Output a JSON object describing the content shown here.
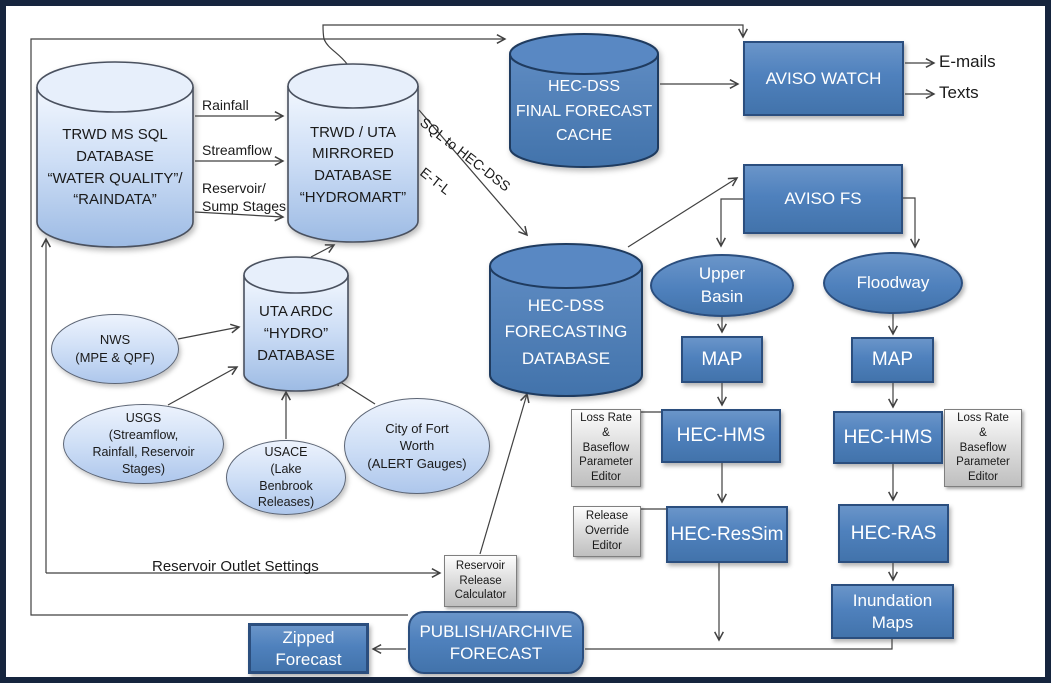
{
  "colors": {
    "accent_blue": "#4f81bd",
    "accent_blue_border": "#2b4e7e",
    "light_blue_fill": "#cfdff6",
    "gray_fill": "#d9d9d9",
    "gray_border": "#7f7f7f",
    "line_color": "#404040",
    "frame_color": "#16253e",
    "text_dark": "#1a1a1a",
    "text_light": "#ffffff"
  },
  "nodes": {
    "trwd_sql": "TRWD MS SQL\nDATABASE\n“WATER QUALITY”/\n“RAINDATA”",
    "hydromart": "TRWD / UTA\nMIRRORED\nDATABASE\n“HYDROMART”",
    "hydro_db": "UTA ARDC\n“HYDRO”\nDATABASE",
    "final_cache": "HEC-DSS\nFINAL FORECAST\nCACHE",
    "forecasting_db": "HEC-DSS\nFORECASTING\nDATABASE",
    "aviso_watch": "AVISO WATCH",
    "aviso_fs": "AVISO FS",
    "upper_basin": "Upper\nBasin",
    "floodway": "Floodway",
    "map_upper": "MAP",
    "map_floodway": "MAP",
    "hms_upper": "HEC-HMS",
    "hms_floodway": "HEC-HMS",
    "loss_editor_left": "Loss Rate\n&\nBaseflow\nParameter\nEditor",
    "loss_editor_right": "Loss Rate\n&\nBaseflow\nParameter\nEditor",
    "release_editor": "Release\nOverride\nEditor",
    "ressim": "HEC-ResSim",
    "hecras": "HEC-RAS",
    "inundation": "Inundation\nMaps",
    "calculator": "Reservoir\nRelease\nCalculator",
    "publish": "PUBLISH/ARCHIVE\nFORECAST",
    "zipped": "Zipped\nForecast",
    "nws": "NWS\n(MPE & QPF)",
    "usgs": "USGS\n(Streamflow,\nRainfall, Reservoir\nStages)",
    "usace": "USACE\n(Lake\nBenbrook\nReleases)",
    "fort_worth": "City of Fort\nWorth\n(ALERT Gauges)"
  },
  "edge_labels": {
    "rainfall": "Rainfall",
    "streamflow": "Streamflow",
    "reservoir_sump": "Reservoir/\nSump Stages",
    "sql_to_hecdss": "SQL to HEC-DSS",
    "etl": "E-T-L",
    "outlet_settings": "Reservoir Outlet Settings",
    "emails": "E-mails",
    "texts": "Texts"
  }
}
